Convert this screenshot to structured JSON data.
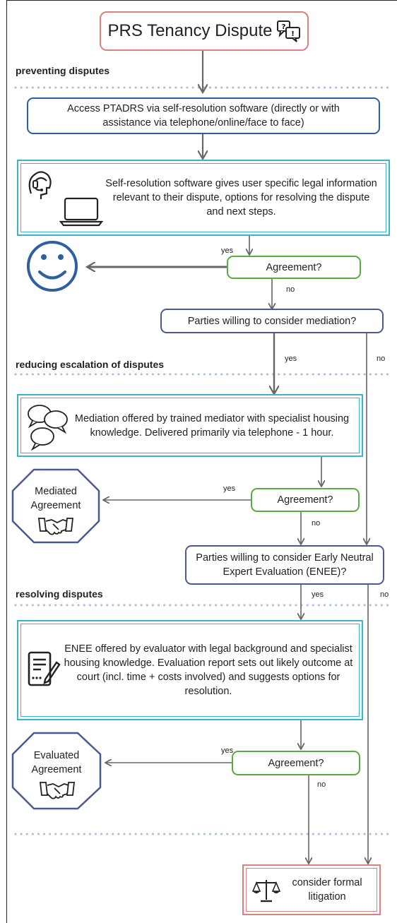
{
  "title": "PRS Tenancy Dispute",
  "sections": {
    "preventing": "preventing disputes",
    "reducing": "reducing escalation of disputes",
    "resolving": "resolving disputes"
  },
  "nodes": {
    "access": "Access PTADRS via self-resolution software  (directly or with assistance via telephone/online/face to face)",
    "self_resolution": "Self-resolution software gives user specific legal information relevant to their dispute, options for resolving the dispute and next steps.",
    "agreement1": "Agreement?",
    "mediation_q": "Parties willing to consider mediation?",
    "mediation": "Mediation offered by trained mediator with specialist housing knowledge.  Delivered primarily via telephone - 1 hour.",
    "agreement2": "Agreement?",
    "mediated_agreement": "Mediated Agreement",
    "enee_q": "Parties willing to consider Early Neutral Expert Evaluation (ENEE)?",
    "enee": "ENEE offered by evaluator with legal background and specialist housing knowledge.  Evaluation report sets out likely outcome at court (incl. time + costs involved) and suggests options for resolution.",
    "agreement3": "Agreement?",
    "evaluated_agreement": "Evaluated Agreement",
    "litigation": "consider formal litigation"
  },
  "labels": {
    "yes1": "yes",
    "no1": "no",
    "yes2": "yes",
    "no2": "no",
    "yes3": "yes",
    "no3": "no",
    "yes4": "yes",
    "no4": "no",
    "yes5": "yes",
    "no5": "no"
  },
  "colors": {
    "title_border": "#d98080",
    "blue_border": "#2f5f9e",
    "teal_border": "#3fb4c4",
    "green_border": "#5aac3e",
    "navy_border": "#4b5a8c",
    "smiley": "#2f5f9e",
    "arrow": "#666666",
    "dots": "#a9bfd8"
  },
  "icons": [
    "speech-bubbles-icon",
    "headset-icon",
    "laptop-icon",
    "smiley-icon",
    "handshake-icon",
    "document-pen-icon",
    "scales-icon"
  ]
}
